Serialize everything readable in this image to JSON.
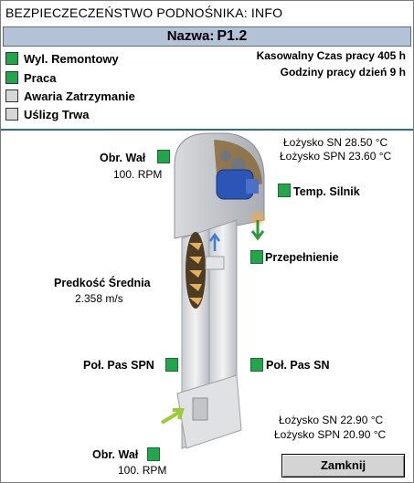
{
  "window": {
    "title": "BEZPIECZECZEŃSTWO PODNOŚNIKA:  INFO"
  },
  "namebar": {
    "label": "Nazwa:",
    "value": "P1.2"
  },
  "statuses": [
    {
      "label": "Wyl. Remontowy",
      "color": "#22a64a"
    },
    {
      "label": "Praca",
      "color": "#22a64a"
    },
    {
      "label": "Awaria Zatrzymanie",
      "color": "#d6d6d6"
    },
    {
      "label": "Uślizg Trwa",
      "color": "#d6d6d6"
    }
  ],
  "info": {
    "operating_time": "Kasowalny Czas pracy 405 h",
    "daily_hours": "Godziny pracy dzień 9 h"
  },
  "top_shaft": {
    "label": "Obr. Wał",
    "value": "100. RPM"
  },
  "bottom_shaft": {
    "label": "Obr. Wał",
    "value": "100. RPM"
  },
  "top_bearings": {
    "sn": "Łożysko SN 28.50 °C",
    "spn": "Łożysko SPN 23.60 °C"
  },
  "bottom_bearings": {
    "sn": "Łożysko SN 22.90 °C",
    "spn": "Łożysko SPN 20.90 °C"
  },
  "motor_temp": {
    "label": "Temp. Silnik"
  },
  "overflow": {
    "label": "Przepełnienie"
  },
  "avg_speed": {
    "label": "Predkość Średnia",
    "value": "2.358 m/s"
  },
  "belt_spn": {
    "label": "Poł. Pas SPN"
  },
  "belt_sn": {
    "label": "Poł. Pas SN"
  },
  "close_button": {
    "label": "Zamknij"
  },
  "colors": {
    "indicator_green": "#22a64a",
    "indicator_grey": "#d6d6d6",
    "namebar": "#b3c2d7",
    "separator": "#2a6f8a"
  }
}
